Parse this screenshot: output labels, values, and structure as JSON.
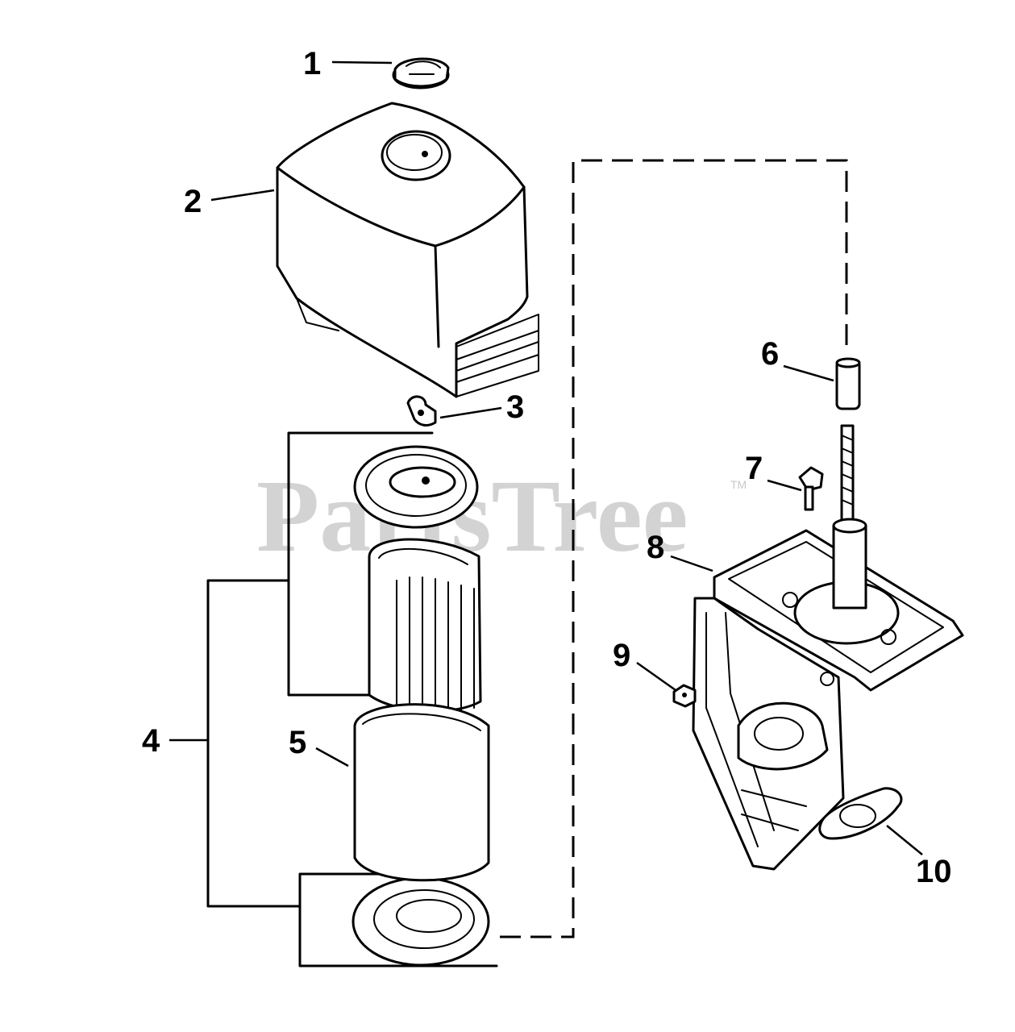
{
  "watermark": {
    "text": "PartsTree",
    "trademark": "TM"
  },
  "callouts": [
    {
      "id": "1",
      "label": "1"
    },
    {
      "id": "2",
      "label": "2"
    },
    {
      "id": "3",
      "label": "3"
    },
    {
      "id": "4",
      "label": "4"
    },
    {
      "id": "5",
      "label": "5"
    },
    {
      "id": "6",
      "label": "6"
    },
    {
      "id": "7",
      "label": "7"
    },
    {
      "id": "8",
      "label": "8"
    },
    {
      "id": "9",
      "label": "9"
    },
    {
      "id": "10",
      "label": "10"
    }
  ],
  "parts": [
    {
      "id": "1",
      "icon": "wing-knob-icon"
    },
    {
      "id": "2",
      "icon": "air-cleaner-cover-icon"
    },
    {
      "id": "3",
      "icon": "wing-nut-icon"
    },
    {
      "id": "4",
      "icon": "filter-element-bracket-icon"
    },
    {
      "id": "5",
      "icon": "pre-cleaner-foam-icon"
    },
    {
      "id": "6",
      "icon": "spacer-tube-icon"
    },
    {
      "id": "7",
      "icon": "bolt-icon"
    },
    {
      "id": "8",
      "icon": "air-cleaner-base-icon"
    },
    {
      "id": "9",
      "icon": "nut-icon"
    },
    {
      "id": "10",
      "icon": "gasket-icon"
    }
  ]
}
